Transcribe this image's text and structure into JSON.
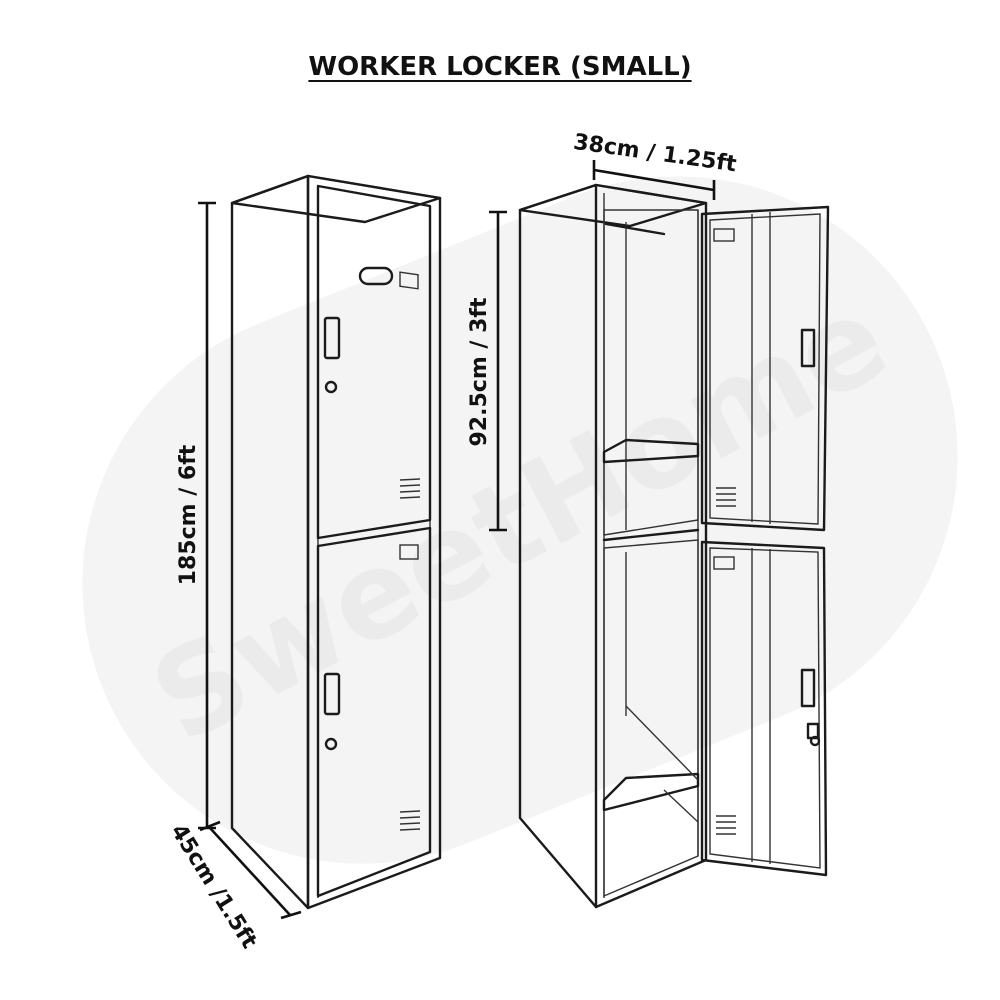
{
  "title": "WORKER LOCKER (SMALL)",
  "watermark": "SweetHome",
  "dimensions": {
    "height": "185cm / 6ft",
    "depth": "45cm /1.5ft",
    "width": "38cm / 1.25ft",
    "compartment_height": "92.5cm / 3ft"
  },
  "colors": {
    "line": "#1b1b1b",
    "background": "#ffffff",
    "watermark": "#f2f2f2"
  }
}
